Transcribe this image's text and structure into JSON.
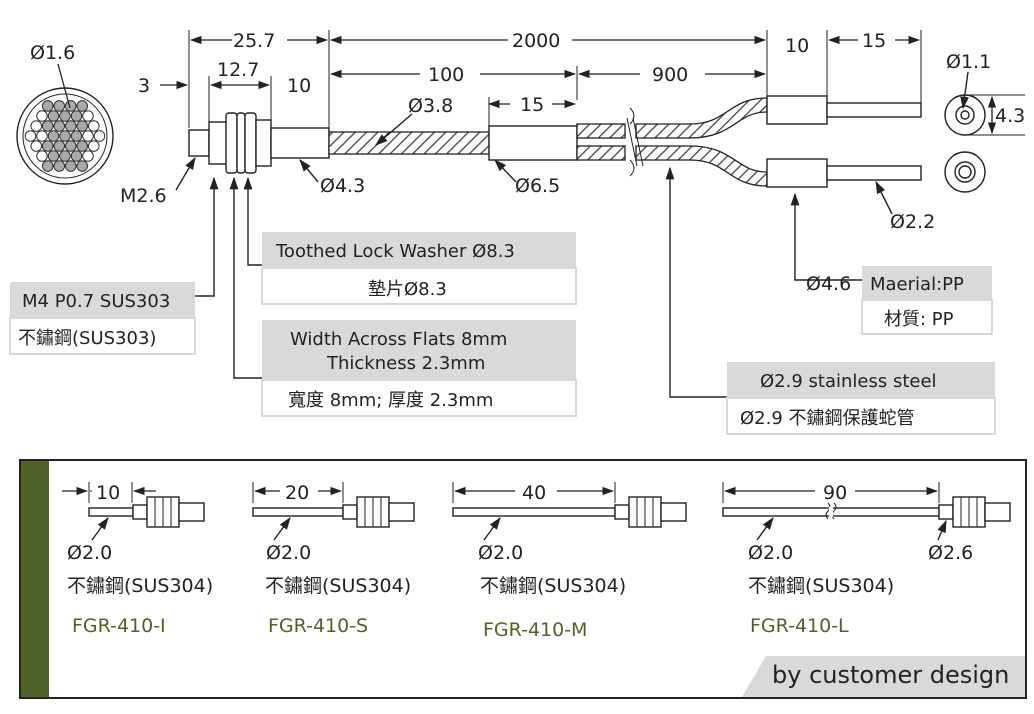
{
  "top": {
    "dims": {
      "bundle_dia": "Ø1.6",
      "d_25_7": "25.7",
      "d_3": "3",
      "d_12_7": "12.7",
      "d_10a": "10",
      "d_2000": "2000",
      "d_100": "100",
      "d_900": "900",
      "d_10b": "10",
      "d_15a": "15",
      "d_15b": "15",
      "d_3_8": "Ø3.8",
      "d_4_3": "Ø4.3",
      "d_6_5": "Ø6.5",
      "m2_6": "M2.6",
      "tip_dia": "Ø1.1",
      "tip_h": "4.3",
      "d_2_2": "Ø2.2",
      "d_4_6": "Ø4.6"
    },
    "callouts": {
      "thread_en": "M4 P0.7 SUS303",
      "thread_zh": "不鏽鋼(SUS303)",
      "washer_en": "Toothed Lock Washer Ø8.3",
      "washer_zh": "墊片Ø8.3",
      "nut_en_1": "Width Across Flats 8mm",
      "nut_en_2": "Thickness 2.3mm",
      "nut_zh": "寬度 8mm; 厚度 2.3mm",
      "material_en": "Maerial:PP",
      "material_zh": "材質: PP",
      "sheath_en": "Ø2.9 stainless steel",
      "sheath_zh": "Ø2.9 不鏽鋼保護蛇管"
    }
  },
  "variants": [
    {
      "length": "10",
      "dia": "Ø2.0",
      "material": "不鏽鋼(SUS304)",
      "model": "FGR-410-I"
    },
    {
      "length": "20",
      "dia": "Ø2.0",
      "material": "不鏽鋼(SUS304)",
      "model": "FGR-410-S"
    },
    {
      "length": "40",
      "dia": "Ø2.0",
      "material": "不鏽鋼(SUS304)",
      "model": "FGR-410-M"
    },
    {
      "length": "90",
      "dia": "Ø2.0",
      "material": "不鏽鋼(SUS304)",
      "model": "FGR-410-L"
    }
  ],
  "variant_head_dia": "Ø2.6",
  "footer_note": "by customer design",
  "colors": {
    "accent": "#4f6228",
    "callout_bg": "#d9d9d9",
    "line": "#222222"
  }
}
